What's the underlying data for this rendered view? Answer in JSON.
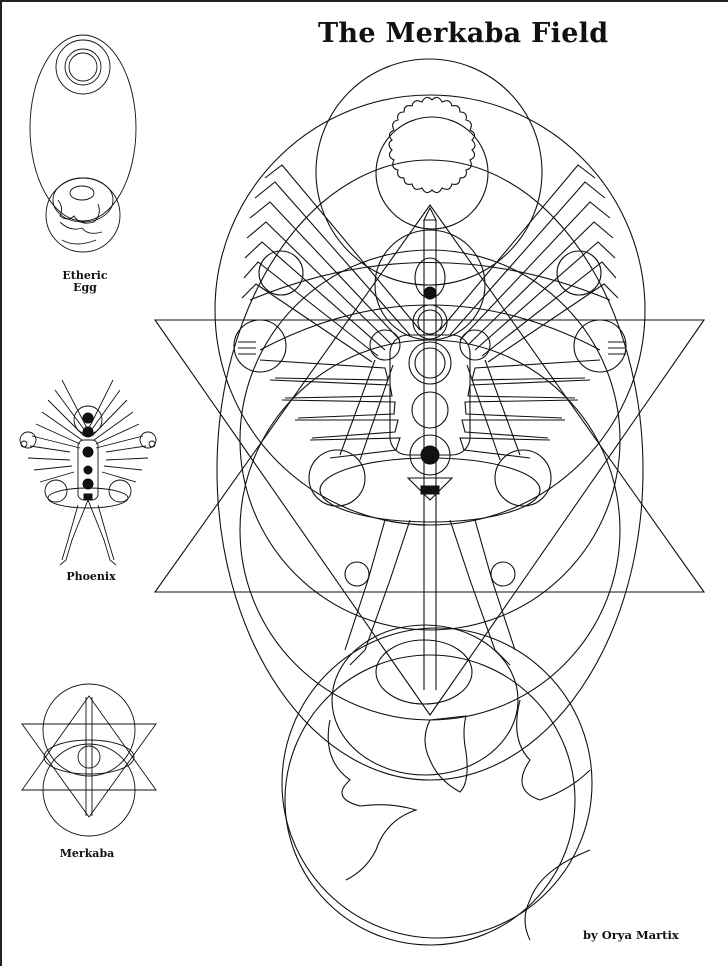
{
  "title": "The Merkaba Field",
  "credit": "by Orya Martix",
  "thumbnails": [
    {
      "id": "etheric-egg",
      "label_line1": "Etheric",
      "label_line2": "Egg"
    },
    {
      "id": "phoenix",
      "label": "Phoenix"
    },
    {
      "id": "merkaba",
      "label": "Merkaba"
    }
  ],
  "colors": {
    "line": "#111111",
    "background": "#ffffff"
  }
}
